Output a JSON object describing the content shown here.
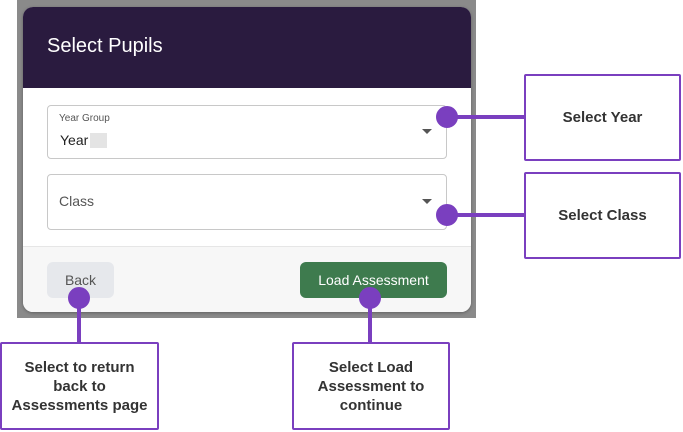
{
  "dialog": {
    "title": "Select Pupils",
    "year_field": {
      "label": "Year Group",
      "value": "Year"
    },
    "class_field": {
      "placeholder": "Class"
    },
    "back_label": "Back",
    "load_label": "Load Assessment"
  },
  "callouts": {
    "year": "Select Year",
    "class": "Select Class",
    "back": "Select to return back to Assessments page",
    "load": "Select Load Assessment to continue"
  },
  "colors": {
    "header": "#2a1b3f",
    "load_button": "#3e7b4e",
    "annotation": "#7a3fbf"
  }
}
